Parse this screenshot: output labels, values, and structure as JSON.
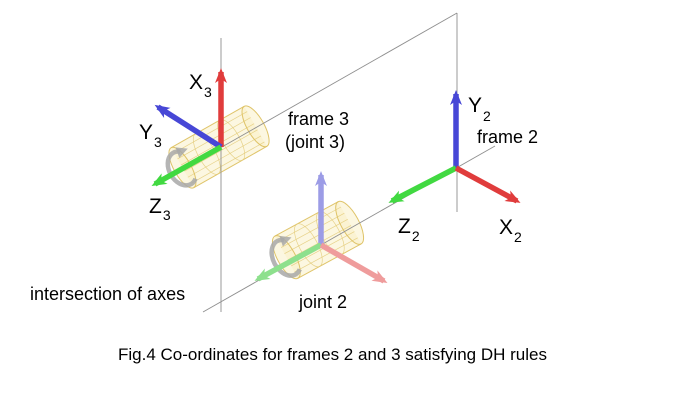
{
  "diagram": {
    "caption": "Fig.4  Co-ordinates for frames 2 and 3 satisfying DH rules",
    "labels": {
      "intersection_of_axes": "intersection of axes",
      "frame3_title": "frame 3",
      "frame3_subtitle": "(joint 3)",
      "frame2_title": "frame 2",
      "joint2_label": "joint 2"
    },
    "frame3_axes": {
      "x": {
        "name": "X",
        "sub": "3"
      },
      "y": {
        "name": "Y",
        "sub": "3"
      },
      "z": {
        "name": "Z",
        "sub": "3"
      }
    },
    "frame2_axes": {
      "x": {
        "name": "X",
        "sub": "2"
      },
      "y": {
        "name": "Y",
        "sub": "2"
      },
      "z": {
        "name": "Z",
        "sub": "2"
      }
    },
    "colors": {
      "x_axis_red": "#e03c3c",
      "y_axis_blue": "#4747d6",
      "z_axis_green": "#41d941",
      "faded_x_red": "#ef9c9c",
      "faded_y_blue": "#9c9ce6",
      "faded_z_green": "#8de08d",
      "cylinder_wireframe": "#ddc162",
      "cylinder_fill": "#faf0c4",
      "construction_line": "#8f8f8f",
      "rotation_arrow_gray": "#a8a8a8",
      "text": "#000000",
      "background": "#ffffff"
    }
  }
}
